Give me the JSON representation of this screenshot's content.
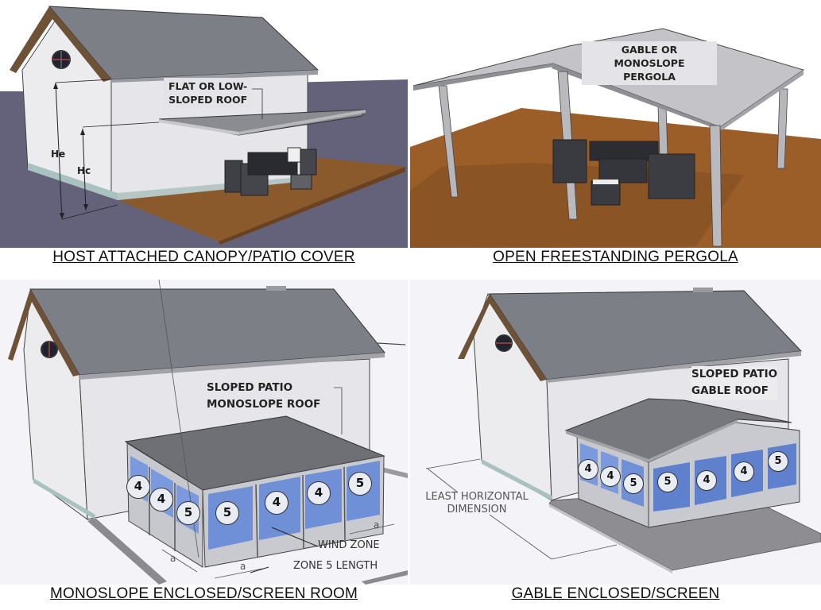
{
  "panels": [
    {
      "caption": "HOST ATTACHED CANOPY/PATIO COVER",
      "label": "FLAT OR LOW-\nSLOPED ROOF",
      "label_line1": "FLAT OR LOW-",
      "label_line2": "SLOPED ROOF",
      "dimensions": {
        "eave_height": "He",
        "canopy_height": "Hc"
      }
    },
    {
      "caption": "OPEN FREESTANDING PERGOLA",
      "label_line1": "GABLE OR MONOSLOPE",
      "label_line2": "PERGOLA"
    },
    {
      "caption": "MONOSLOPE ENCLOSED/SCREEN ROOM",
      "label_line1": "SLOPED PATIO",
      "label_line2": "MONOSLOPE ROOF",
      "annotations": {
        "wind_zone": "WIND ZONE",
        "zone5_length": "ZONE 5 LENGTH",
        "a": "a"
      },
      "zones": [
        "4",
        "4",
        "5",
        "5",
        "4",
        "4",
        "5"
      ]
    },
    {
      "caption": "GABLE ENCLOSED/SCREEN",
      "label_line1": "SLOPED PATIO",
      "label_line2": "GABLE ROOF",
      "annotations": {
        "least_dim_line1": "LEAST HORIZONTAL",
        "least_dim_line2": "DIMENSION"
      },
      "zones": [
        "4",
        "4",
        "5",
        "5",
        "4",
        "4",
        "5"
      ]
    }
  ],
  "colors": {
    "roof": "#7d7f86",
    "wall": "#ecebee",
    "ground": "#63627a",
    "deck": "#8a5a2e",
    "glass": "#6f8fd6",
    "background": "#f3f3f8"
  }
}
